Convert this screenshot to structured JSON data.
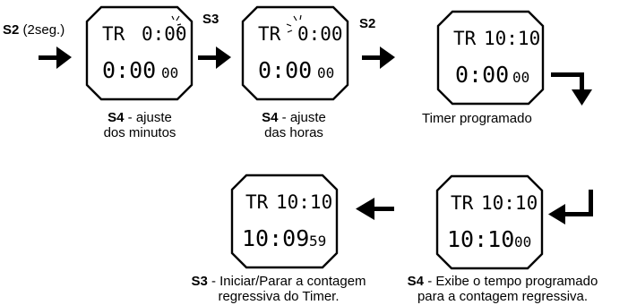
{
  "step1": {
    "key": "S2",
    "note": "(2seg.)"
  },
  "step2": {
    "key": "S3"
  },
  "step3": {
    "key": "S2"
  },
  "displays": [
    {
      "top_mode": "TR",
      "top_value": "0:00",
      "bottom_main": "0:00",
      "bottom_small": "00",
      "blink": "minutes"
    },
    {
      "top_mode": "TR",
      "top_value": "0:00",
      "bottom_main": "0:00",
      "bottom_small": "00",
      "blink": "hours"
    },
    {
      "top_mode": "TR",
      "top_value": "10:10",
      "bottom_main": "0:00",
      "bottom_small": "00"
    },
    {
      "top_mode": "TR",
      "top_value": "10:10",
      "bottom_main": "10:10",
      "bottom_small": "00"
    },
    {
      "top_mode": "TR",
      "top_value": "10:10",
      "bottom_main": "10:09",
      "bottom_small": "59"
    }
  ],
  "captions": {
    "c1": {
      "key": "S4",
      "rest": " - ajuste",
      "line2": "dos minutos"
    },
    "c2": {
      "key": "S4",
      "rest": " - ajuste",
      "line2": "das horas"
    },
    "c3": {
      "text": "Timer programado"
    },
    "c4": {
      "key": "S4",
      "rest": " - Exibe o tempo programado",
      "line2": "para a contagem regressiva."
    },
    "c5": {
      "key": "S3",
      "rest": " - Iniciar/Parar a contagem",
      "line2": "regressiva do Timer."
    }
  }
}
